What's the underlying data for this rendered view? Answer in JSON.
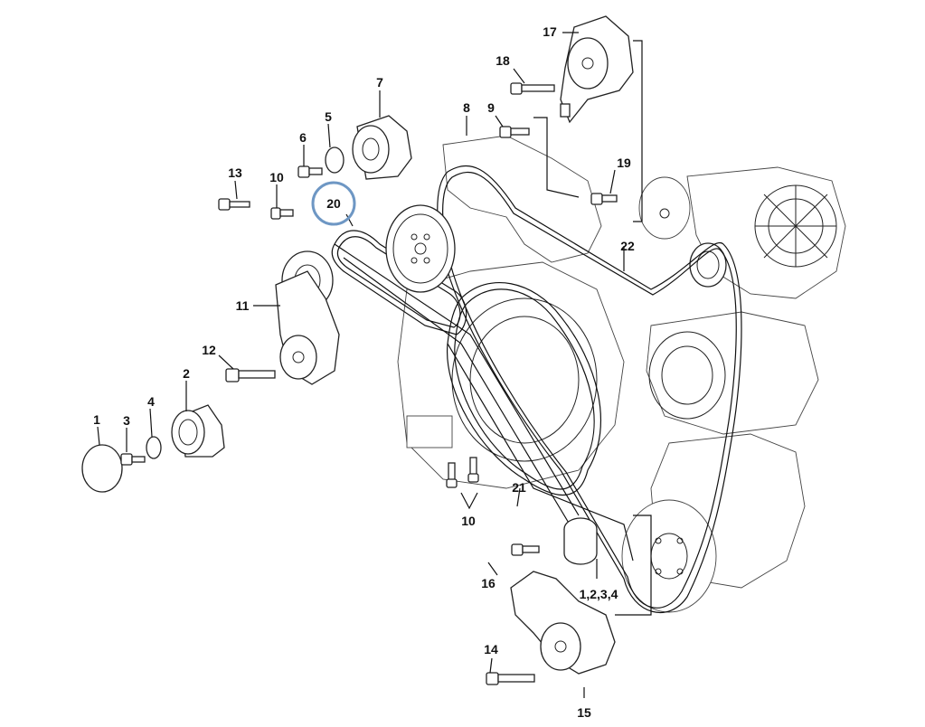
{
  "callouts": {
    "c1": "1",
    "c2": "2",
    "c3": "3",
    "c4": "4",
    "c5": "5",
    "c6": "6",
    "c7": "7",
    "c8": "8",
    "c9": "9",
    "c10a": "10",
    "c10b": "10",
    "c11": "11",
    "c12": "12",
    "c13": "13",
    "c14": "14",
    "c15": "15",
    "c16": "16",
    "c17": "17",
    "c18": "18",
    "c19": "19",
    "c20": "20",
    "c21": "21",
    "c22": "22",
    "c1234": "1,2,3,4"
  },
  "highlight": {
    "callout": "20",
    "color": "#6e97c4"
  }
}
